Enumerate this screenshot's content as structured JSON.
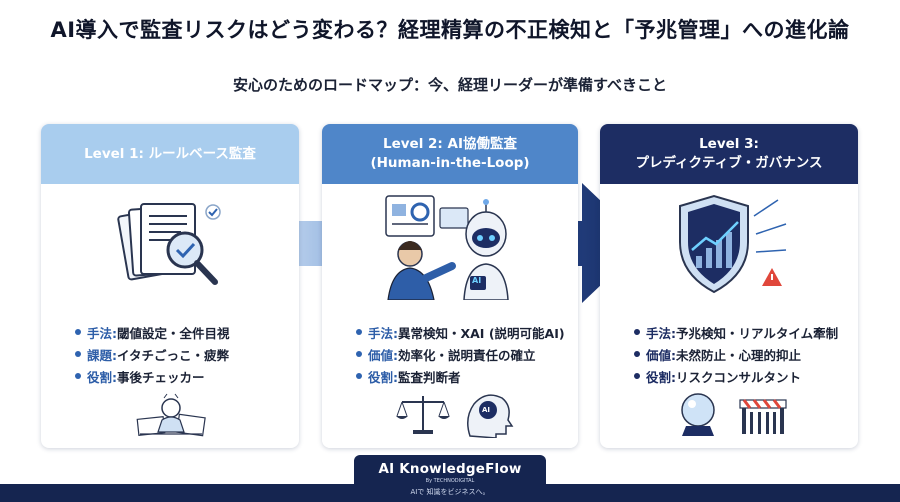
{
  "title": "AI導入で監査リスクはどう変わる？経理精算の不正検知と「予兆管理」への進化論",
  "subtitle": "安心のためのロードマップ：今、経理リーダーが準備すべきこと",
  "levels": [
    {
      "heading_line1": "Level 1: ルールベース監査",
      "heading_line2": "",
      "bullets": [
        {
          "key": "手法:",
          "text": "閾値設定・全件目視"
        },
        {
          "key": "課題:",
          "text": "イタチごっこ・疲弊"
        },
        {
          "key": "役割:",
          "text": "事後チェッカー"
        }
      ]
    },
    {
      "heading_line1": "Level 2: AI協働監査",
      "heading_line2": "(Human-in-the-Loop)",
      "bullets": [
        {
          "key": "手法:",
          "text": "異常検知・XAI (説明可能AI)"
        },
        {
          "key": "価値:",
          "text": "効率化・説明責任の確立"
        },
        {
          "key": "役割:",
          "text": "監査判断者"
        }
      ]
    },
    {
      "heading_line1": "Level 3:",
      "heading_line2": "プレディクティブ・ガバナンス",
      "bullets": [
        {
          "key": "手法:",
          "text": "予兆検知・リアルタイム牽制"
        },
        {
          "key": "価値:",
          "text": "未然防止・心理的抑止"
        },
        {
          "key": "役割:",
          "text": "リスクコンサルタント"
        }
      ]
    }
  ],
  "robot_badge": "AI",
  "brain_badge": "AI",
  "footer": {
    "brand": "AI KnowledgeFlow",
    "by": "By TECHNODIGITAL",
    "tagline": "AIで 知識をビジネスへ。"
  },
  "colors": {
    "level1_header": "#a9cdee",
    "level2_header": "#4f86c9",
    "level3_header": "#1d2d63",
    "arrow": "#1e3470",
    "footer": "#152550"
  }
}
